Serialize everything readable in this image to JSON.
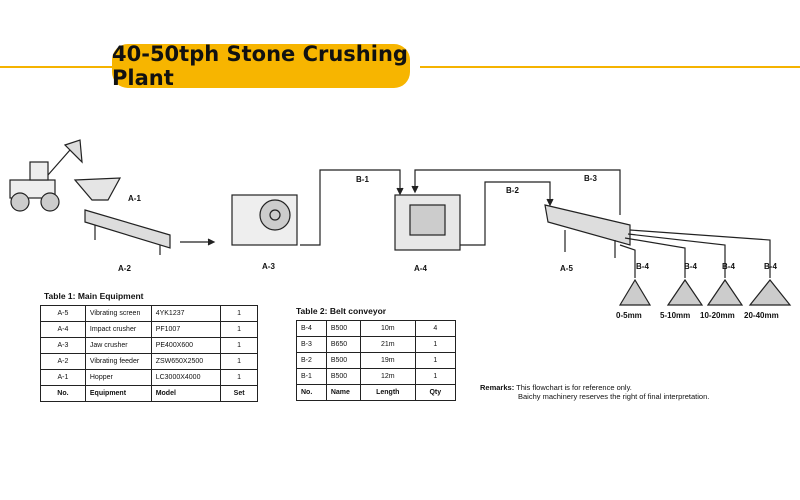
{
  "title": "40-50tph Stone Crushing Plant",
  "labels": {
    "a1": "A-1",
    "a2": "A-2",
    "a3": "A-3",
    "a4": "A-4",
    "a5": "A-5",
    "b1": "B-1",
    "b2": "B-2",
    "b3": "B-3",
    "b4": "B-4"
  },
  "sizes": [
    "0-5mm",
    "5-10mm",
    "10-20mm",
    "20-40mm"
  ],
  "table1": {
    "caption": "Table 1: Main Equipment",
    "rows": [
      [
        "A-5",
        "Vibrating screen",
        "4YK1237",
        "1"
      ],
      [
        "A-4",
        "Impact crusher",
        "PF1007",
        "1"
      ],
      [
        "A-3",
        "Jaw crusher",
        "PE400X600",
        "1"
      ],
      [
        "A-2",
        "Vibrating feeder",
        "ZSW650X2500",
        "1"
      ],
      [
        "A-1",
        "Hopper",
        "LC3000X4000",
        "1"
      ],
      [
        "No.",
        "Equipment",
        "Model",
        "Set"
      ]
    ]
  },
  "table2": {
    "caption": "Table 2: Belt conveyor",
    "rows": [
      [
        "B-4",
        "B500",
        "10m",
        "4"
      ],
      [
        "B-3",
        "B650",
        "21m",
        "1"
      ],
      [
        "B-2",
        "B500",
        "19m",
        "1"
      ],
      [
        "B-1",
        "B500",
        "12m",
        "1"
      ],
      [
        "No.",
        "Name",
        "Length",
        "Qty"
      ]
    ]
  },
  "remarks": {
    "label": "Remarks:",
    "line1": "This flowchart is for reference only.",
    "line2": "Baichy machinery reserves the right of final interpretation."
  },
  "colors": {
    "accent": "#f7b500"
  }
}
